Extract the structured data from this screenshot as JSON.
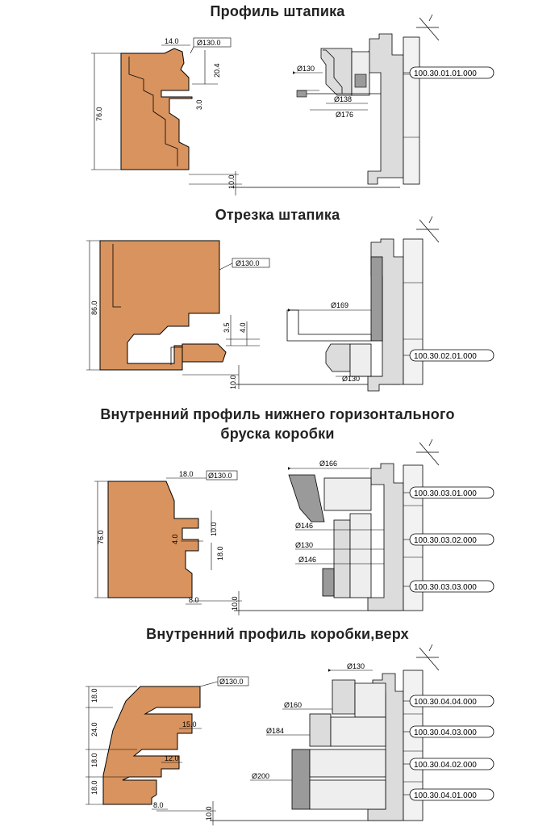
{
  "sections": [
    {
      "title": "Профиль штапика",
      "dimensions": {
        "width_top": "14.0",
        "diameter": "Ø130.0",
        "height": "76.0",
        "step_a": "20.4",
        "step_b": "3.0",
        "offset": "10.0"
      },
      "cutter_diameters": [
        "Ø130",
        "Ø138",
        "Ø176"
      ],
      "codes": [
        "100.30.01.01.000"
      ]
    },
    {
      "title": "Отрезка штапика",
      "dimensions": {
        "diameter": "Ø130.0",
        "height": "86.0",
        "step_a": "3.5",
        "step_b": "4.0",
        "offset": "10.0"
      },
      "cutter_diameters": [
        "Ø169",
        "Ø130"
      ],
      "codes": [
        "100.30.02.01.000"
      ]
    },
    {
      "title_line1": "Внутренний профиль нижнего горизонтального",
      "title_line2": "бруска коробки",
      "dimensions": {
        "width_top": "18.0",
        "diameter": "Ø130.0",
        "height": "76.0",
        "step_a": "10.0",
        "step_b": "4.0",
        "step_c": "18.0",
        "width_bottom": "8.0",
        "offset": "10.0"
      },
      "cutter_diameters": [
        "Ø166",
        "Ø146",
        "Ø130",
        "Ø146"
      ],
      "codes": [
        "100.30.03.01.000",
        "100.30.03.02.000",
        "100.30.03.03.000"
      ]
    },
    {
      "title": "Внутренний профиль коробки,верх",
      "dimensions": {
        "diameter": "Ø130.0",
        "h1": "18.0",
        "h2": "24.0",
        "h3": "18.0",
        "h4": "18.0",
        "w1": "15.0",
        "w2": "12.0",
        "width_bottom": "8.0",
        "offset": "10.0"
      },
      "cutter_diameters": [
        "Ø130",
        "Ø160",
        "Ø184",
        "Ø200"
      ],
      "codes": [
        "100.30.04.04.000",
        "100.30.04.03.000",
        "100.30.04.02.000",
        "100.30.04.01.000"
      ]
    }
  ],
  "colors": {
    "wood": "#d9935e",
    "cutter": "#dcdcdc",
    "cutter_dark": "#9a9a9a",
    "line": "#000000"
  }
}
